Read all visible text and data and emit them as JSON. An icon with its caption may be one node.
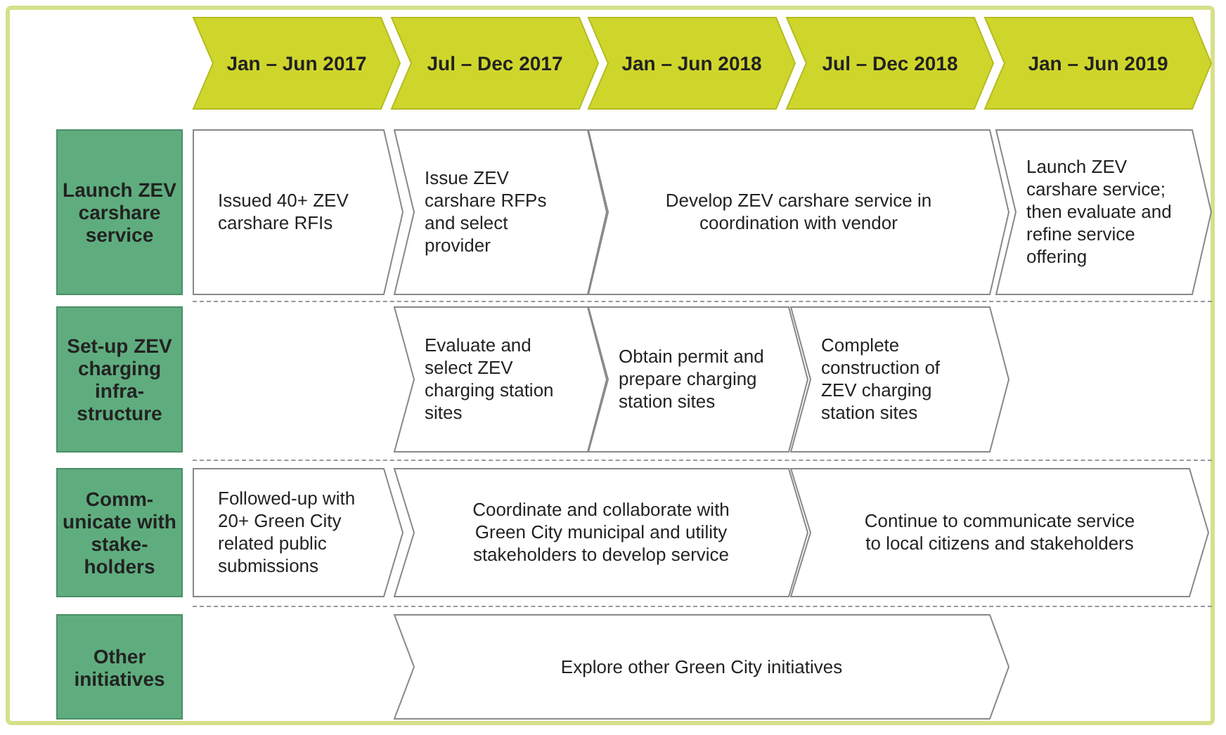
{
  "diagram": {
    "nodes": [
      {
        "text": [
          "Jan – Jun 2017"
        ]
      },
      {
        "text": [
          "Jul – Dec 2017"
        ]
      },
      {
        "text": [
          "Jan – Jun 2018"
        ]
      },
      {
        "text": [
          "Jul – Dec 2018"
        ]
      },
      {
        "text": [
          "Jan – Jun 2019"
        ]
      },
      {
        "text": [
          "Launch ZEV carshare service"
        ]
      },
      {
        "text": [
          "Issued 40+ ZEV carshare RFIs"
        ]
      },
      {
        "text": [
          "Issue ZEV carshare RFPs and select provider"
        ]
      },
      {
        "text": [
          "Develop ZEV carshare service in coordination with vendor"
        ]
      },
      {
        "text": [
          "Launch ZEV carshare service; then evaluate and refine service offering"
        ]
      },
      {
        "text": [
          "Set-up ZEV charging infra-structure"
        ]
      },
      {
        "text": [
          "Evaluate and select ZEV charging station sites"
        ]
      },
      {
        "text": [
          "Obtain permit and prepare charging station sites"
        ]
      },
      {
        "text": [
          "Complete construction of ZEV charging station sites"
        ]
      },
      {
        "text": [
          "Comm-unicate with stake-holders"
        ]
      },
      {
        "text": [
          "Followed-up with 20+ Green City related public submissions"
        ]
      },
      {
        "text": [
          "Coordinate and collaborate with Green City municipal and utility stakeholders to develop service"
        ]
      },
      {
        "text": [
          "Continue to communicate service to local citizens and stakeholders"
        ]
      },
      {
        "text": [
          "Other initiatives"
        ]
      },
      {
        "text": [
          "Explore other Green City initiatives"
        ]
      }
    ]
  }
}
